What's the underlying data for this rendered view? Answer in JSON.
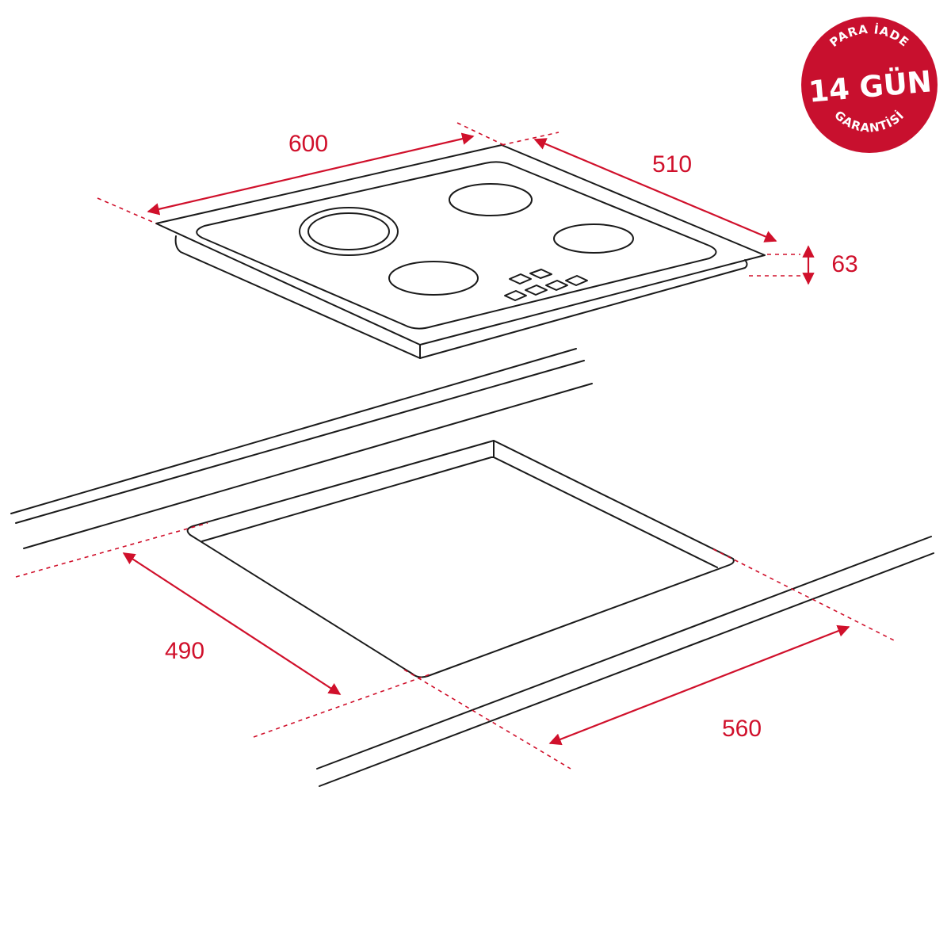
{
  "colors": {
    "accent": "#d0102b",
    "badge": "#c8102e",
    "line": "#1a1a1a"
  },
  "dimensions": {
    "width": "600",
    "depth": "510",
    "height": "63",
    "cutout_depth": "490",
    "cutout_width": "560"
  },
  "badge": {
    "top": "PARA İADE",
    "main": "14 GÜN",
    "bottom": "GARANTİSİ"
  }
}
